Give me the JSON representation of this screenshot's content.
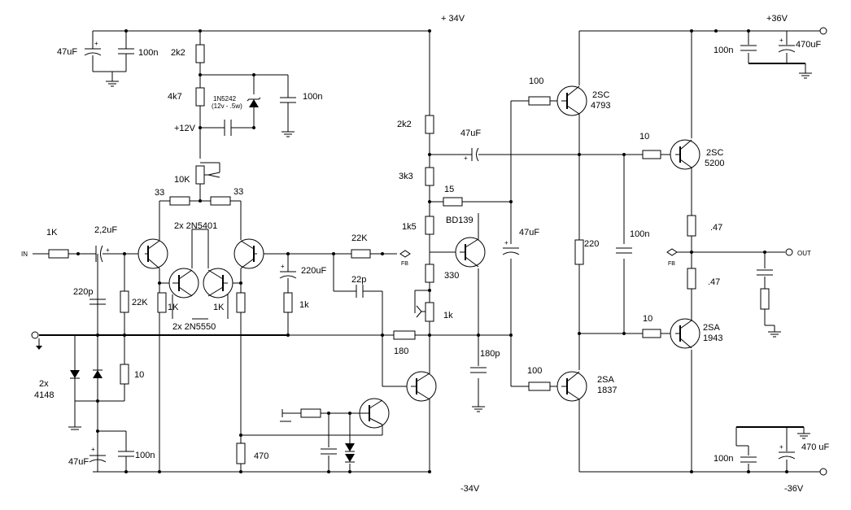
{
  "rails": {
    "pos_34": "+ 34V",
    "neg_34": "-34V",
    "pos_36": "+36V",
    "neg_36": "-36V",
    "plus_12": "+12V"
  },
  "io": {
    "input": "IN",
    "output": "OUT",
    "feedback_1": "FB",
    "feedback_2": "FB"
  },
  "transistors": {
    "q_diff_pair": "2x 2N5401",
    "q_mirror": "2x 2N5550",
    "q_driver": "BD139",
    "q_pre_top": "2SC",
    "q_pre_top_num": "4793",
    "q_pre_bot": "2SA",
    "q_pre_bot_num": "1837",
    "q_out_top": "2SC",
    "q_out_top_num": "5200",
    "q_out_bot": "2SA",
    "q_out_bot_num": "1943"
  },
  "zener": {
    "part": "1N5242",
    "rating": "(12v - .5w)"
  },
  "diodes": {
    "label": "2x",
    "part": "4148"
  },
  "resistors": {
    "r_in": "1K",
    "r_22k_in": "22K",
    "r_10": "10",
    "r_2k2": "2k2",
    "r_4k7": "4k7",
    "pot_10k": "10K",
    "r_33_a": "33",
    "r_33_b": "33",
    "r_1k_a": "1K",
    "r_1k_b": "1K",
    "r_470": "470",
    "r_1k_fb": "1k",
    "r_22k_fb": "22K",
    "r_180": "180",
    "r_2k2_vas": "2k2",
    "r_3k3": "3k3",
    "r_1k5": "1k5",
    "r_15": "15",
    "r_330": "330",
    "pot_1k": "1k",
    "r_100_top": "100",
    "r_100_bot": "100",
    "r_220": "220",
    "r_10_top": "10",
    "r_10_bot": "10",
    "r_047_top": ".47",
    "r_047_bot": ".47"
  },
  "capacitors": {
    "c_47uf_top": "47uF",
    "c_100n_top": "100n",
    "c_100n_zener": "100n",
    "c_2u2": "2,2uF",
    "c_220p": "220p",
    "c_220uf": "220uF",
    "c_22p": "22p",
    "c_47uf_bot": "47uF",
    "c_100n_bot": "100n",
    "c_47uf_boot": "47uF",
    "c_47uf_mid": "47uF",
    "c_180p": "180p",
    "c_100n_bias": "100n",
    "c_100n_pr_top": "100n",
    "c_470uf_top": "470uF",
    "c_100n_pr_bot": "100n",
    "c_470uf_bot": "470 uF"
  }
}
